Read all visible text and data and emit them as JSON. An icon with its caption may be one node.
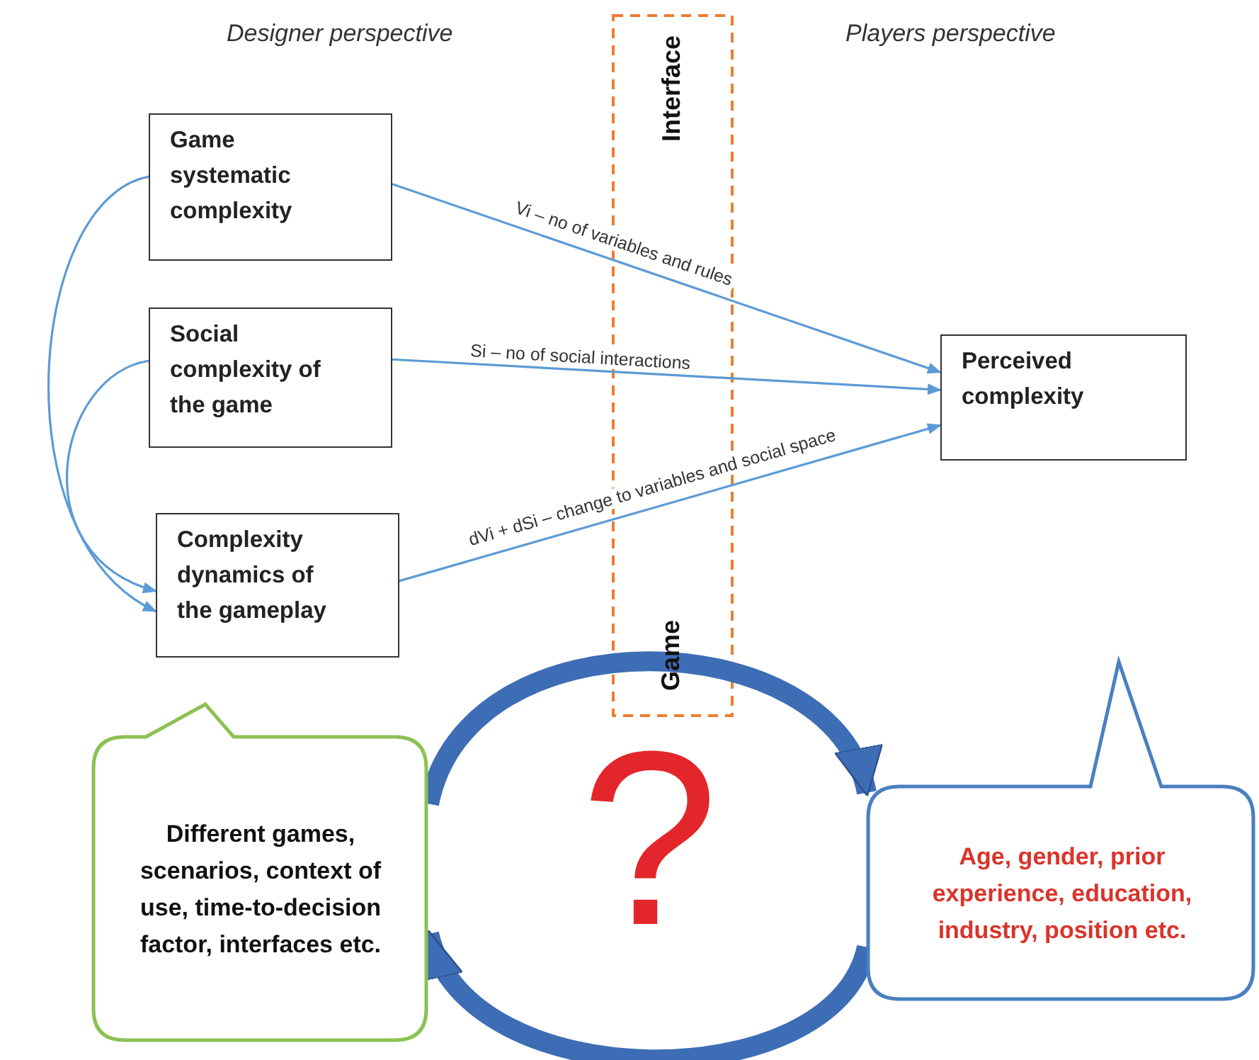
{
  "diagram": {
    "nodes": [
      {
        "text": [
          "Game systematic complexity"
        ]
      },
      {
        "text": [
          "Social complexity of the game"
        ]
      },
      {
        "text": [
          "Complexity dynamics of the gameplay"
        ]
      },
      {
        "text": [
          "Perceived complexity"
        ]
      },
      {
        "text": [
          "Different games, scenarios, context of use, time-to-decision factor, interfaces  etc."
        ]
      },
      {
        "text": [
          "Age, gender, prior experience, education, industry, position etc."
        ]
      }
    ],
    "edges": [
      {
        "from": 0,
        "to": 3,
        "arrow": "to",
        "label": "Vi – no of variables and rules"
      },
      {
        "from": 1,
        "to": 3,
        "arrow": "to",
        "label": "Si – no of social interactions"
      },
      {
        "from": 2,
        "to": 3,
        "arrow": "to",
        "label": "dVi + dSi  – change to variables and social space"
      },
      {
        "from": 0,
        "to": 2,
        "arrow": "to"
      },
      {
        "from": 1,
        "to": 2,
        "arrow": "to"
      },
      {
        "from": 4,
        "to": 5,
        "arrow": "to",
        "style": "thick",
        "color": "#3d6db5"
      },
      {
        "from": 5,
        "to": 4,
        "arrow": "to",
        "style": "thick",
        "color": "#3d6db5"
      }
    ],
    "labels": [
      "Designer perspective",
      "Interface",
      "Players perspective",
      "Game",
      "?"
    ]
  }
}
